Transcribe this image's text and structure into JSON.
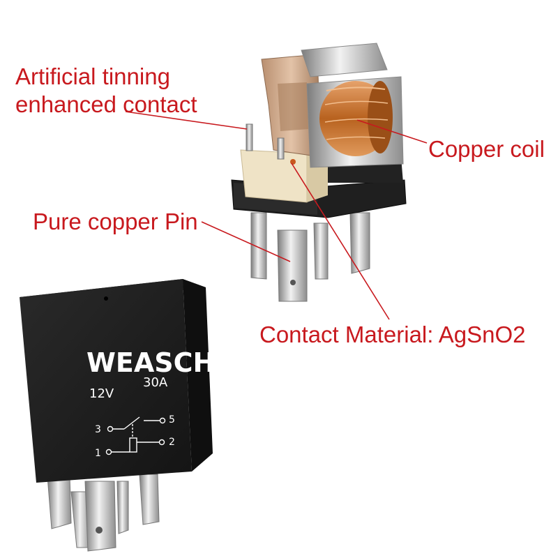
{
  "callouts": {
    "tinning_line1": "Artificial tinning",
    "tinning_line2": "enhanced contact",
    "copper_coil": "Copper coil",
    "copper_pin": "Pure copper Pin",
    "contact_material": "Contact Material: AgSnO2"
  },
  "relay_label": {
    "brand": "WEASCH",
    "voltage": "12V",
    "current": "30A",
    "pins": [
      "3",
      "5",
      "1",
      "2"
    ]
  },
  "colors": {
    "callout_text": "#c8191e",
    "relay_body": "#1b1b1b",
    "copper": "#c8743a"
  }
}
